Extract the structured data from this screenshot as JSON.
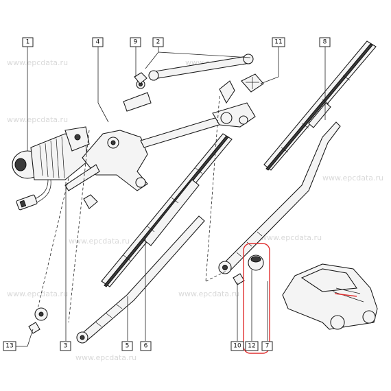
{
  "watermark_text": "www.epcdata.ru",
  "watermarks": [
    {
      "id": "wm1"
    },
    {
      "id": "wm2"
    },
    {
      "id": "wm3"
    },
    {
      "id": "wm4"
    },
    {
      "id": "wm5"
    },
    {
      "id": "wm6"
    },
    {
      "id": "wm7"
    },
    {
      "id": "wm8"
    },
    {
      "id": "wm9"
    }
  ],
  "callouts": [
    {
      "id": "1",
      "label": "1"
    },
    {
      "id": "2",
      "label": "2"
    },
    {
      "id": "3",
      "label": "3"
    },
    {
      "id": "4",
      "label": "4"
    },
    {
      "id": "5",
      "label": "5"
    },
    {
      "id": "6",
      "label": "6"
    },
    {
      "id": "7",
      "label": "7"
    },
    {
      "id": "8",
      "label": "8"
    },
    {
      "id": "9",
      "label": "9"
    },
    {
      "id": "10",
      "label": "10"
    },
    {
      "id": "11",
      "label": "11"
    },
    {
      "id": "12",
      "label": "12"
    },
    {
      "id": "13",
      "label": "13"
    }
  ],
  "highlight": {
    "target": "12",
    "color": "#e03030"
  },
  "colors": {
    "line": "#1a1a1a",
    "highlight": "#e03030",
    "watermark": "#d9d9d9"
  }
}
